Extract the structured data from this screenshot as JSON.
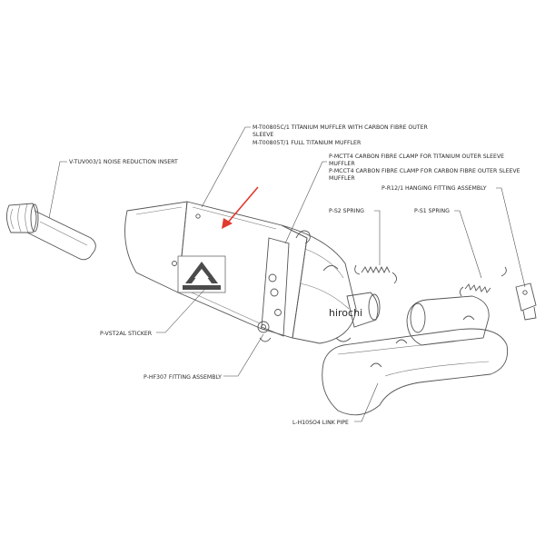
{
  "labels": {
    "muffler_titanium_carbon": "M-T00805C/1  TITANIUM MUFFLER WITH CARBON FIBRE OUTER",
    "muffler_titanium_carbon_cont": "SLEEVE",
    "muffler_full_titanium": "M-T00805T/1  FULL TITANIUM MUFFLER",
    "clamp_titanium_line1": "P-MCTT4  CARBON FIBRE CLAMP FOR TITANIUM OUTER SLEEVE",
    "clamp_titanium_line2": "MUFFLER",
    "clamp_carbon_line1": "P-MCCT4  CARBON FIBRE CLAMP FOR CARBON FIBRE OUTER SLEEVE",
    "clamp_carbon_line2": "MUFFLER",
    "noise_insert": "V-TUV003/1  NOISE REDUCTION INSERT",
    "hanging_fitting": "P-R12/1  HANGING FITTING ASSEMBLY",
    "spring_s2": "P-S2  SPRING",
    "spring_s1": "P-S1  SPRING",
    "sticker": "P-VST2AL  STICKER",
    "fitting_assembly": "P-HF307  FITTING ASSEMBLY",
    "link_pipe": "L-H10SO4  LINK PIPE"
  },
  "watermark": "hirochi",
  "colors": {
    "ink": "#555555",
    "arrow": "#e03a2f",
    "background": "#ffffff"
  }
}
